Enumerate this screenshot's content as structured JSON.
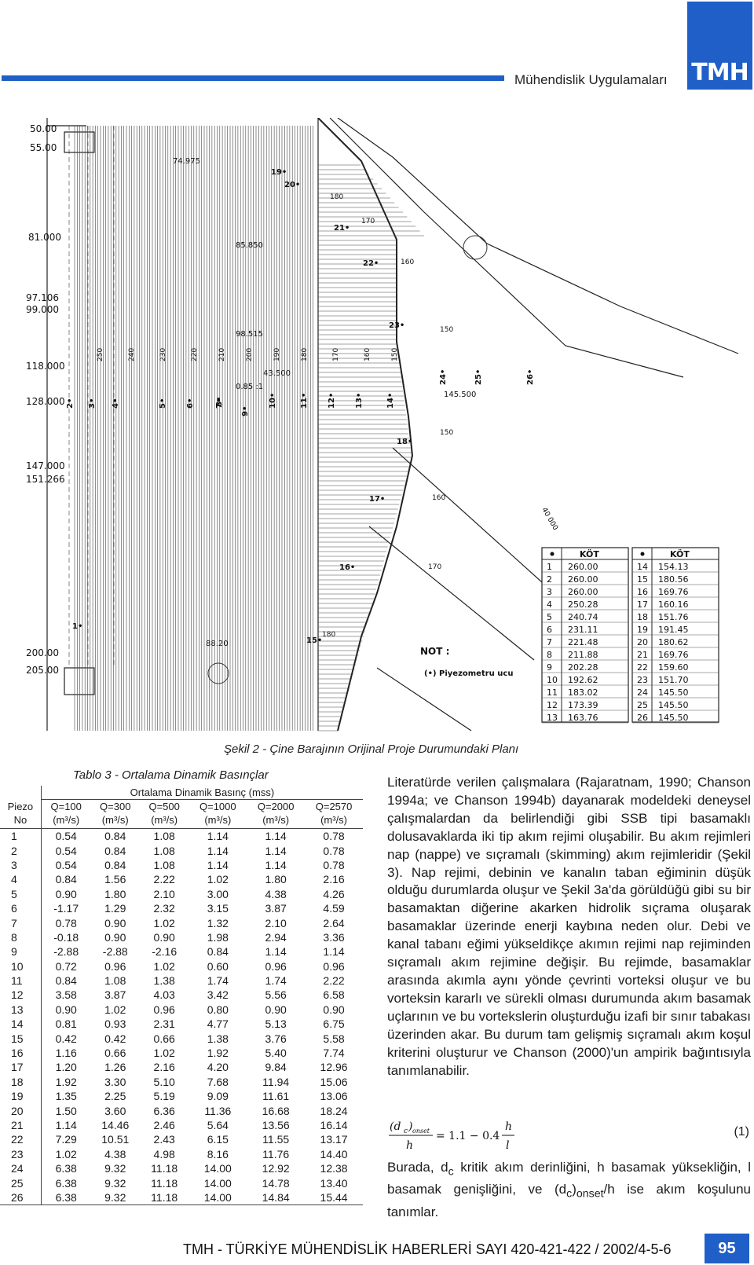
{
  "header": {
    "title": "Mühendislik Uygulamaları",
    "logo": "TMH",
    "accent": "#1f5fc7"
  },
  "drawing": {
    "elevations": [
      "50.00",
      "55.00",
      "81.000",
      "97.106",
      "99.000",
      "118.000",
      "128.000",
      "147.000",
      "151.266",
      "200.00",
      "205.00"
    ],
    "dims": [
      "74.975",
      "85.850",
      "98.515",
      "0.85 :1",
      "43.500",
      "145.500",
      "88.20"
    ],
    "step_labels": [
      "250",
      "240",
      "230",
      "220",
      "210",
      "200",
      "190",
      "180",
      "170",
      "160",
      "150"
    ],
    "right_step_labels": [
      "180",
      "170",
      "160",
      "150",
      "150",
      "160",
      "170",
      "180"
    ],
    "piezometers": [
      "1",
      "2",
      "3",
      "4",
      "5",
      "6",
      "7",
      "8",
      "9",
      "10",
      "11",
      "12",
      "13",
      "14",
      "15",
      "16",
      "17",
      "18",
      "19",
      "20",
      "21",
      "22",
      "23",
      "24",
      "25",
      "26"
    ],
    "kot_header": "KÖT",
    "kot_left": [
      [
        "1",
        "260.00"
      ],
      [
        "2",
        "260.00"
      ],
      [
        "3",
        "260.00"
      ],
      [
        "4",
        "250.28"
      ],
      [
        "5",
        "240.74"
      ],
      [
        "6",
        "231.11"
      ],
      [
        "7",
        "221.48"
      ],
      [
        "8",
        "211.88"
      ],
      [
        "9",
        "202.28"
      ],
      [
        "10",
        "192.62"
      ],
      [
        "11",
        "183.02"
      ],
      [
        "12",
        "173.39"
      ],
      [
        "13",
        "163.76"
      ]
    ],
    "kot_right": [
      [
        "14",
        "154.13"
      ],
      [
        "15",
        "180.56"
      ],
      [
        "16",
        "169.76"
      ],
      [
        "17",
        "160.16"
      ],
      [
        "18",
        "151.76"
      ],
      [
        "19",
        "191.45"
      ],
      [
        "20",
        "180.62"
      ],
      [
        "21",
        "169.76"
      ],
      [
        "22",
        "159.60"
      ],
      [
        "23",
        "151.70"
      ],
      [
        "24",
        "145.50"
      ],
      [
        "25",
        "145.50"
      ],
      [
        "26",
        "145.50"
      ]
    ],
    "note_title": "NOT :",
    "note_text": "(•) Piyezometru ucu",
    "stair_text": "40 000"
  },
  "caption": "Şekil 2 - Çine Barajının Orijinal Proje Durumundaki Planı",
  "table": {
    "title": "Tablo 3 - Ortalama Dinamik Basınçlar",
    "super_header": "Ortalama Dinamik Basınç (mss)",
    "col0_l1": "Piezo",
    "col0_l2": "No",
    "cols_l1": [
      "Q=100",
      "Q=300",
      "Q=500",
      "Q=1000",
      "Q=2000",
      "Q=2570"
    ],
    "cols_l2": [
      "(m³/s)",
      "(m³/s)",
      "(m³/s)",
      "(m³/s)",
      "(m³/s)",
      "(m³/s)"
    ],
    "rows": [
      [
        "1",
        "0.54",
        "0.84",
        "1.08",
        "1.14",
        "1.14",
        "0.78"
      ],
      [
        "2",
        "0.54",
        "0.84",
        "1.08",
        "1.14",
        "1.14",
        "0.78"
      ],
      [
        "3",
        "0.54",
        "0.84",
        "1.08",
        "1.14",
        "1.14",
        "0.78"
      ],
      [
        "4",
        "0.84",
        "1.56",
        "2.22",
        "1.02",
        "1.80",
        "2.16"
      ],
      [
        "5",
        "0.90",
        "1.80",
        "2.10",
        "3.00",
        "4.38",
        "4.26"
      ],
      [
        "6",
        "-1.17",
        "1.29",
        "2.32",
        "3.15",
        "3.87",
        "4.59"
      ],
      [
        "7",
        "0.78",
        "0.90",
        "1.02",
        "1.32",
        "2.10",
        "2.64"
      ],
      [
        "8",
        "-0.18",
        "0.90",
        "0.90",
        "1.98",
        "2.94",
        "3.36"
      ],
      [
        "9",
        "-2.88",
        "-2.88",
        "-2.16",
        "0.84",
        "1.14",
        "1.14"
      ],
      [
        "10",
        "0.72",
        "0.96",
        "1.02",
        "0.60",
        "0.96",
        "0.96"
      ],
      [
        "11",
        "0.84",
        "1.08",
        "1.38",
        "1.74",
        "1.74",
        "2.22"
      ],
      [
        "12",
        "3.58",
        "3.87",
        "4.03",
        "3.42",
        "5.56",
        "6.58"
      ],
      [
        "13",
        "0.90",
        "1.02",
        "0.96",
        "0.80",
        "0.90",
        "0.90"
      ],
      [
        "14",
        "0.81",
        "0.93",
        "2.31",
        "4.77",
        "5.13",
        "6.75"
      ],
      [
        "15",
        "0.42",
        "0.42",
        "0.66",
        "1.38",
        "3.76",
        "5.58"
      ],
      [
        "16",
        "1.16",
        "0.66",
        "1.02",
        "1.92",
        "5.40",
        "7.74"
      ],
      [
        "17",
        "1.20",
        "1.26",
        "2.16",
        "4.20",
        "9.84",
        "12.96"
      ],
      [
        "18",
        "1.92",
        "3.30",
        "5.10",
        "7.68",
        "11.94",
        "15.06"
      ],
      [
        "19",
        "1.35",
        "2.25",
        "5.19",
        "9.09",
        "11.61",
        "13.06"
      ],
      [
        "20",
        "1.50",
        "3.60",
        "6.36",
        "11.36",
        "16.68",
        "18.24"
      ],
      [
        "21",
        "1.14",
        "14.46",
        "2.46",
        "5.64",
        "13.56",
        "16.14"
      ],
      [
        "22",
        "7.29",
        "10.51",
        "2.43",
        "6.15",
        "11.55",
        "13.17"
      ],
      [
        "23",
        "1.02",
        "4.38",
        "4.98",
        "8.16",
        "11.76",
        "14.40"
      ],
      [
        "24",
        "6.38",
        "9.32",
        "11.18",
        "14.00",
        "12.92",
        "12.38"
      ],
      [
        "25",
        "6.38",
        "9.32",
        "11.18",
        "14.00",
        "14.78",
        "13.40"
      ],
      [
        "26",
        "6.38",
        "9.32",
        "11.18",
        "14.00",
        "14.84",
        "15.44"
      ]
    ]
  },
  "text": {
    "para1": "Literatürde verilen çalışmalara (Rajaratnam, 1990; Chanson 1994a; ve Chanson 1994b) dayanarak modeldeki deneysel çalışmalardan da belirlendiği gibi SSB tipi basamaklı dolusavaklarda iki tip akım rejimi oluşabilir. Bu akım rejimleri nap (nappe) ve sıçramalı (skimming) akım rejimleridir (Şekil 3). Nap rejimi, debinin ve kanalın taban eğiminin düşük olduğu durumlarda oluşur ve Şekil 3a'da görüldüğü gibi su bir basamaktan diğerine akarken hidrolik sıçrama oluşarak basamaklar üzerinde enerji kaybına neden olur. Debi ve kanal tabanı eğimi yükseldikçe akımın rejimi nap rejiminden sıçramalı akım rejimine değişir. Bu rejimde, basamaklar arasında akımla aynı yönde çevrinti vorteksi oluşur ve bu vorteksin kararlı ve sürekli olması durumunda akım basamak uçlarının ve bu vortekslerin oluşturduğu izafi bir sınır tabakası üzerinden akar. Bu durum tam gelişmiş sıçramalı akım koşul kriterini oluşturur ve Chanson (2000)'un ampirik bağıntısıyla tanımlanabilir.",
    "eq_dc": "(d",
    "eq_c": "c",
    "eq_close": ")",
    "eq_onset": "onset",
    "eq_h": "h",
    "eq_mid": "= 1.1 − 0.4",
    "eq_l": "l",
    "eq_num": "(1)",
    "para2_a": "Burada, d",
    "para2_sub": "c",
    "para2_b": " kritik akım derinliğini, h basamak yüksekliğin, l basamak genişliğini, ve (d",
    "para2_sub2": "c",
    "para2_c": ")",
    "para2_sub3": "onset",
    "para2_d": "/h ise akım koşulunu tanımlar."
  },
  "footer": {
    "text": "TMH - TÜRKİYE MÜHENDİSLİK HABERLERİ SAYI 420-421-422 / 2002/4-5-6",
    "page": "95"
  }
}
